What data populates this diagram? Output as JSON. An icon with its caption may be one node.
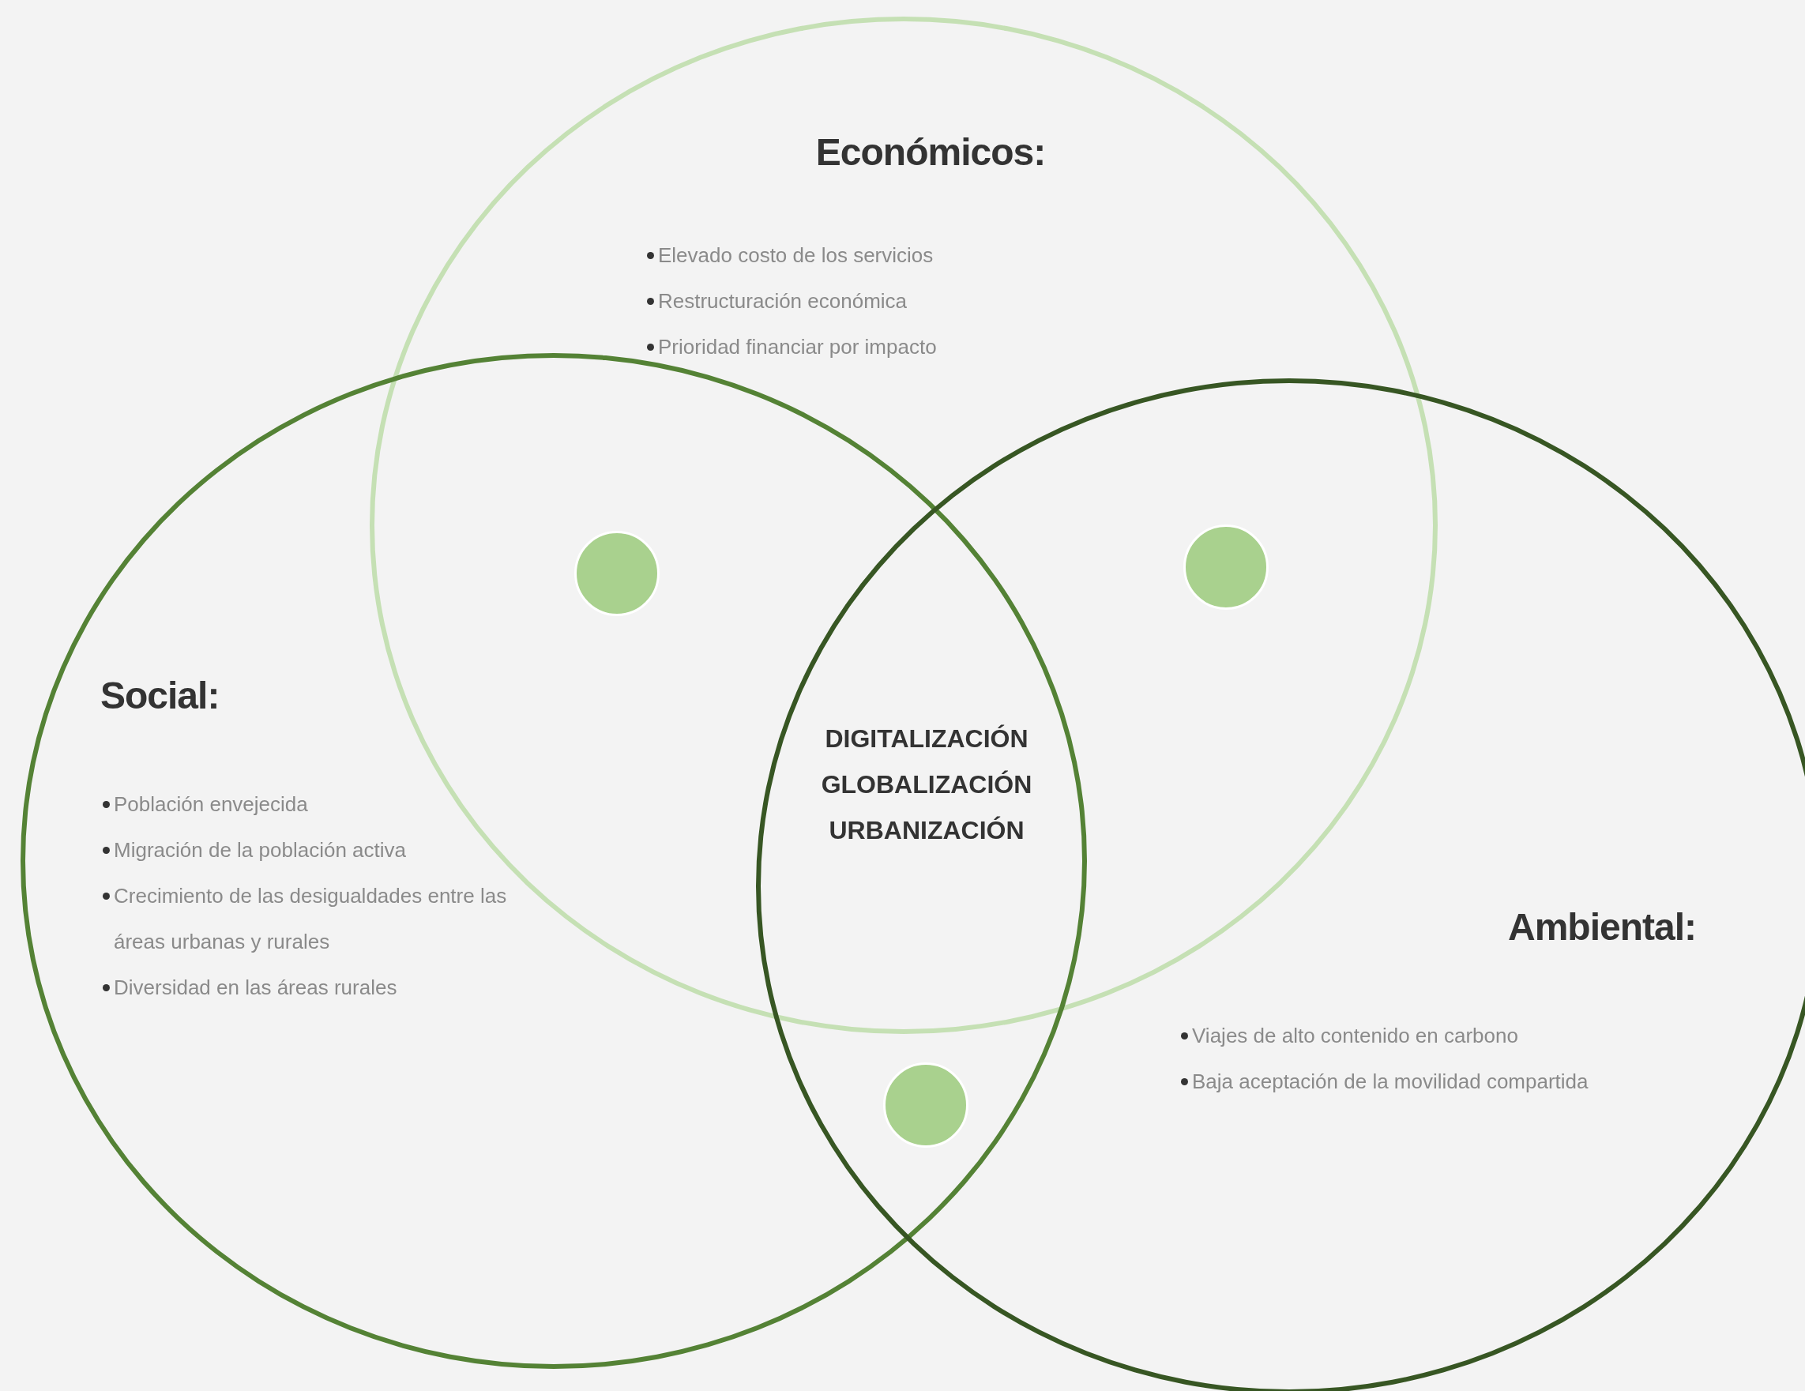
{
  "diagram": {
    "nodes": [
      {
        "text": [
          "Económicos:",
          "Elevado costo de los servicios",
          "Restructuración económica",
          "Prioridad financiar por impacto"
        ]
      },
      {
        "text": [
          "Social:",
          "Población envejecida",
          "Migración de la población activa",
          "Crecimiento de las desigualdades entre las áreas urbanas y rurales",
          "Diversidad en las áreas rurales"
        ]
      },
      {
        "text": [
          "Ambiental:",
          "Viajes de alto contenido en carbono",
          "Baja aceptación de la movilidad compartida"
        ]
      },
      {
        "text": [],
        "shape": "circle"
      },
      {
        "text": [],
        "shape": "circle"
      },
      {
        "text": [],
        "shape": "circle"
      }
    ],
    "edges": [],
    "labels": [
      "DIGITALIZACIÓN",
      "GLOBALIZACIÓN",
      "URBANIZACIÓN"
    ]
  }
}
